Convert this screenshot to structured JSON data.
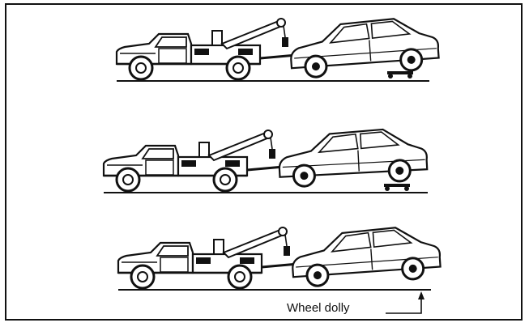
{
  "labels": {
    "wheel_dolly": "Wheel dolly"
  },
  "colors": {
    "ink": "#111111",
    "paper": "#ffffff"
  },
  "scenes": [
    {
      "name": "tow-with-dolly-rear"
    },
    {
      "name": "tow-with-dolly-rear-2"
    },
    {
      "name": "tow-front-lift-dolly-indicated"
    }
  ]
}
